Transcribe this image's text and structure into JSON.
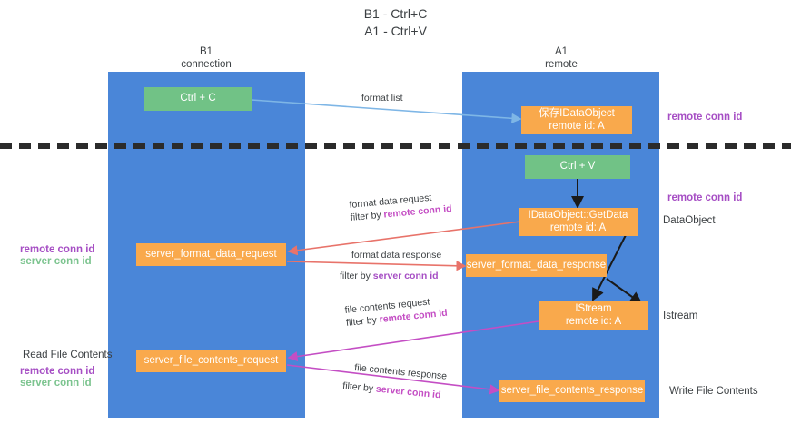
{
  "title": "B1 - Ctrl+C\nA1 - Ctrl+V",
  "columns": [
    {
      "name": "b1",
      "header": "B1\nconnection"
    },
    {
      "name": "a1",
      "header": "A1\nremote"
    }
  ],
  "boxes": {
    "ctrl_c": "Ctrl + C",
    "ctrl_v": "Ctrl + V",
    "idataobject_top_line1": "保存IDataObject",
    "idataobject_top_line2": "remote id: A",
    "getdata_line1": "IDataObject::GetData",
    "getdata_line2": "remote id: A",
    "istream_line1": "IStream",
    "istream_line2": "remote id: A",
    "server_format_data_request": "server_format_data_request",
    "server_format_data_response": "server_format_data_response",
    "server_file_contents_request": "server_file_contents_request",
    "server_file_contents_response": "server_file_contents_response"
  },
  "right_labels": {
    "remote_conn_id_top": "remote conn id",
    "remote_conn_id_mid": "remote conn id",
    "dataobject": "DataObject",
    "istream": "Istream",
    "write_file_contents": "Write File Contents"
  },
  "left_labels": {
    "remote_conn_id_1": "remote conn id",
    "server_conn_id_1": "server conn id",
    "read_file_contents": "Read File Contents",
    "remote_conn_id_2": "remote conn id",
    "server_conn_id_2": "server conn id"
  },
  "captions": {
    "format_list": "format list",
    "format_data_request": "format data request",
    "format_data_request_filter_prefix": "filter by ",
    "format_data_request_filter_key": "remote conn id",
    "format_data_response": "format data response",
    "format_data_response_filter_prefix": "filter by ",
    "format_data_response_filter_key": "server conn id",
    "file_contents_request": "file contents request",
    "file_contents_request_filter_prefix": "filter by ",
    "file_contents_request_filter_key": "remote conn id",
    "file_contents_response": "file contents response",
    "file_contents_response_filter_prefix": "filter by ",
    "file_contents_response_filter_key": "server conn id"
  },
  "colors": {
    "lane": "#4a86d8",
    "green_box": "#71c286",
    "orange_box": "#f9a94c",
    "arrow_blue": "#7eb6e6",
    "arrow_red": "#e8736a",
    "arrow_magenta": "#c44ec4",
    "arrow_black": "#1a1a1a",
    "purple_text": "#a64ec4",
    "green_text": "#7cc48f"
  }
}
